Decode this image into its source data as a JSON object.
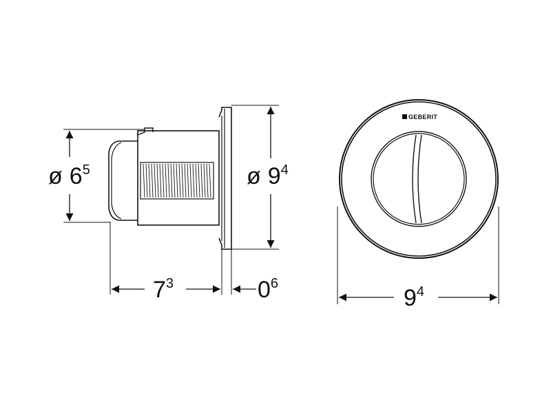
{
  "dimensions": {
    "inner_diameter": {
      "prefix": "ø",
      "whole": "6",
      "fraction": "5"
    },
    "plate_diameter": {
      "prefix": "ø",
      "whole": "9",
      "fraction": "4"
    },
    "depth": {
      "whole": "7",
      "fraction": "3"
    },
    "plate_thickness": {
      "whole": "0",
      "fraction": "6"
    },
    "front_width": {
      "whole": "9",
      "fraction": "4"
    }
  },
  "brand": {
    "name": "GEBERIT"
  }
}
